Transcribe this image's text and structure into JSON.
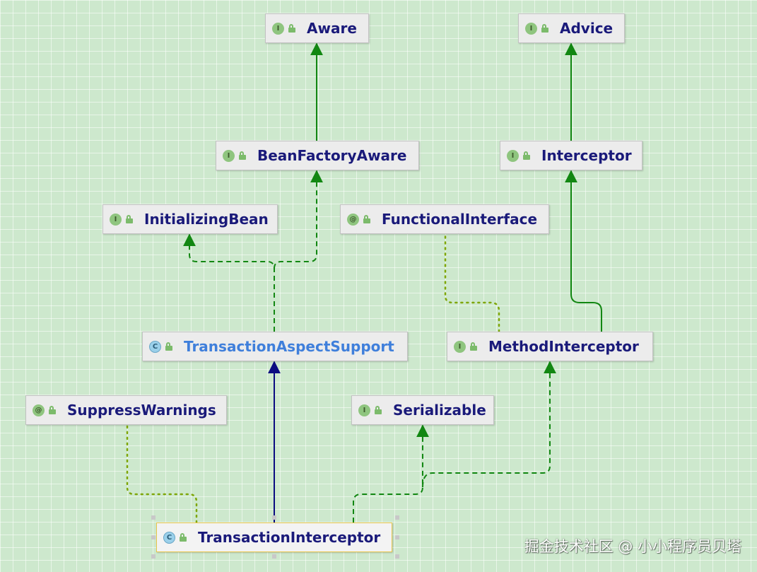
{
  "colors": {
    "realization": "#128712",
    "inheritance": "#0b0b80",
    "annotation_link": "#7ea608",
    "interface_text": "#1a1a7a",
    "abstract_class_text": "#3f7fdb"
  },
  "nodes": {
    "aware": {
      "label": "Aware",
      "badge": "I",
      "kind": "interface"
    },
    "advice": {
      "label": "Advice",
      "badge": "I",
      "kind": "interface"
    },
    "bean_factory_aware": {
      "label": "BeanFactoryAware",
      "badge": "I",
      "kind": "interface"
    },
    "interceptor": {
      "label": "Interceptor",
      "badge": "I",
      "kind": "interface"
    },
    "initializing_bean": {
      "label": "InitializingBean",
      "badge": "I",
      "kind": "interface"
    },
    "functional_interface": {
      "label": "FunctionalInterface",
      "badge": "@",
      "kind": "annotation"
    },
    "transaction_aspect_support": {
      "label": "TransactionAspectSupport",
      "badge": "C",
      "kind": "abstract-class"
    },
    "method_interceptor": {
      "label": "MethodInterceptor",
      "badge": "I",
      "kind": "interface"
    },
    "suppress_warnings": {
      "label": "SuppressWarnings",
      "badge": "@",
      "kind": "annotation"
    },
    "serializable": {
      "label": "Serializable",
      "badge": "I",
      "kind": "interface"
    },
    "transaction_interceptor": {
      "label": "TransactionInterceptor",
      "badge": "C",
      "kind": "class"
    }
  },
  "watermark": "掘金技术社区 @ 小小程序员贝塔"
}
